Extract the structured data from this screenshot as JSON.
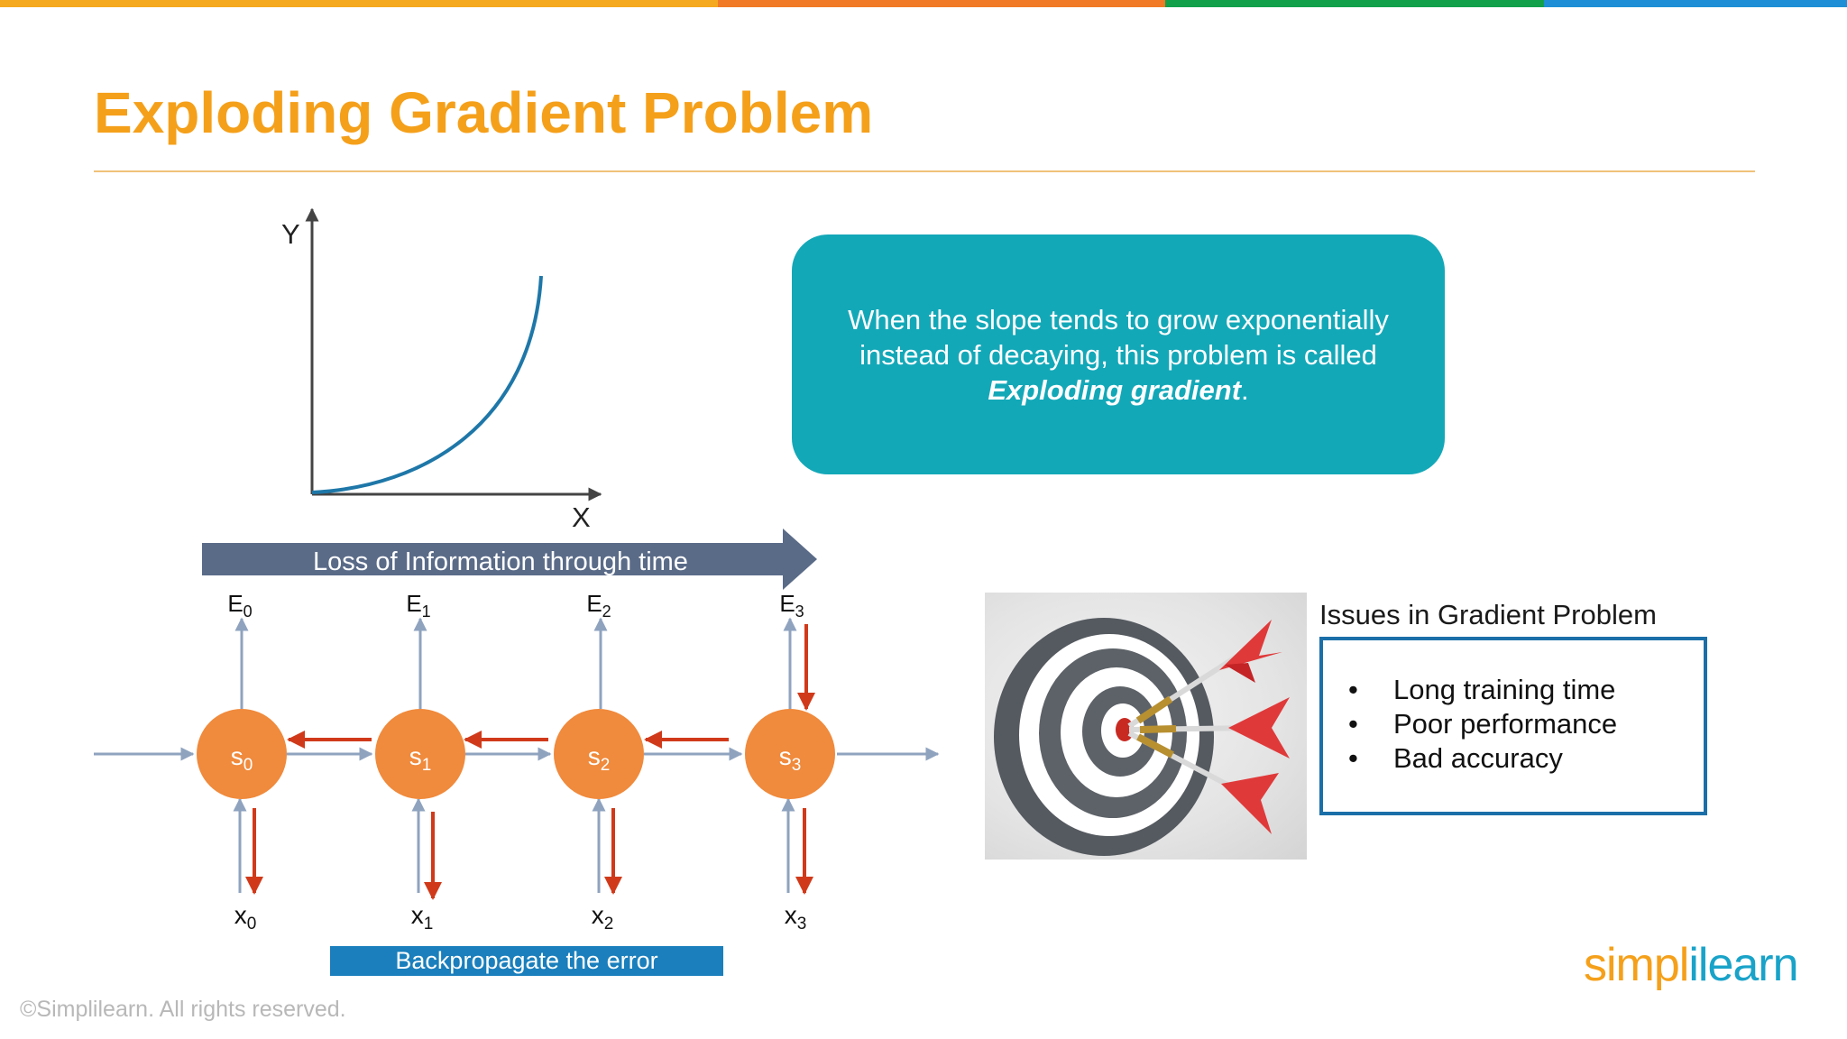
{
  "slide": {
    "title": "Exploding Gradient Problem",
    "footer": "©Simplilearn. All rights reserved.",
    "logo": {
      "part1": "simpl",
      "bar": "i",
      "part2": "learn"
    }
  },
  "colors": {
    "title": "#f5a01a",
    "node": "#f08a3c",
    "forward_arrow": "#8fa3bf",
    "backward_arrow": "#d03a1a",
    "banner": "#5a6b88",
    "callout": "#13a8b8",
    "backprop": "#1a7fbc",
    "curve": "#1e77a8",
    "topbar": [
      "#f5a91e",
      "#f07a25",
      "#12a04a",
      "#1e8fd6"
    ]
  },
  "graph": {
    "y_label": "Y",
    "x_label": "X"
  },
  "callout": {
    "line1": "When the slope tends to grow exponentially",
    "line2": "instead of decaying, this problem is called",
    "emphasis": "Exploding gradient",
    "tail": "."
  },
  "rnn": {
    "banner": "Loss of Information through time",
    "backprop": "Backpropagate the error",
    "nodes": [
      {
        "s": "s",
        "s_sub": "0",
        "e": "E",
        "e_sub": "0",
        "x": "x",
        "x_sub": "0"
      },
      {
        "s": "s",
        "s_sub": "1",
        "e": "E",
        "e_sub": "1",
        "x": "x",
        "x_sub": "1"
      },
      {
        "s": "s",
        "s_sub": "2",
        "e": "E",
        "e_sub": "2",
        "x": "x",
        "x_sub": "2"
      },
      {
        "s": "s",
        "s_sub": "3",
        "e": "E",
        "e_sub": "3",
        "x": "x",
        "x_sub": "3"
      }
    ]
  },
  "issues": {
    "heading": "Issues in Gradient Problem",
    "bullet": "•",
    "items": [
      "Long training time",
      "Poor performance",
      "Bad accuracy"
    ]
  }
}
